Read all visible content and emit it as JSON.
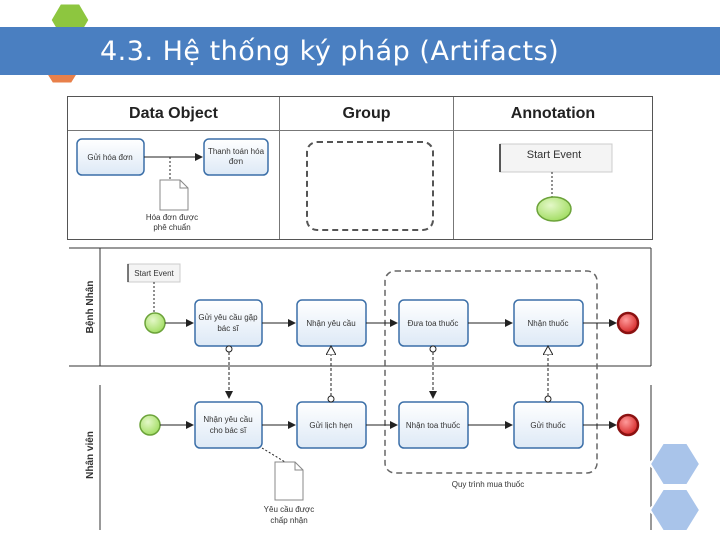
{
  "slide": {
    "title": "4.3. Hệ thống ký pháp (Artifacts)"
  },
  "legend": {
    "headers": [
      "Data Object",
      "Group",
      "Annotation"
    ],
    "data_object": {
      "task_left": "Gửi hóa đơn",
      "task_right_line1": "Thanh toán hóa",
      "task_right_line2": "đơn",
      "doc_line1": "Hóa đơn được",
      "doc_line2": "phê chuẩn"
    },
    "annotation": {
      "label": "Start Event"
    }
  },
  "process": {
    "lanes": [
      "Bệnh Nhân",
      "Nhân viên"
    ],
    "annotation_label": "Start Event",
    "patient_tasks": [
      {
        "line1": "Gửi yêu cầu gặp",
        "line2": "bác sĩ"
      },
      {
        "line1": "Nhận yêu cầu",
        "line2": ""
      },
      {
        "line1": "Đưa toa thuốc",
        "line2": ""
      },
      {
        "line1": "Nhận thuốc",
        "line2": ""
      }
    ],
    "staff_tasks": [
      {
        "line1": "Nhận yêu cầu",
        "line2": "cho bác sĩ"
      },
      {
        "line1": "Gửi lịch hẹn",
        "line2": ""
      },
      {
        "line1": "Nhận toa thuốc",
        "line2": ""
      },
      {
        "line1": "Gửi thuốc",
        "line2": ""
      }
    ],
    "group_label": "Quy trình mua thuốc",
    "doc_line1": "Yêu cầu được",
    "doc_line2": "chấp nhận"
  },
  "colors": {
    "title_bar": "#4a7fc1",
    "hex_blue": "#3a6fd1",
    "hex_green": "#8dc63f",
    "hex_orange": "#e8804a",
    "hex_light": "#a9c4ea",
    "start_event": "#b8e986",
    "end_event": "#e23b3b",
    "task_fill": "#eef5fc",
    "task_border": "#3b6fa8"
  }
}
